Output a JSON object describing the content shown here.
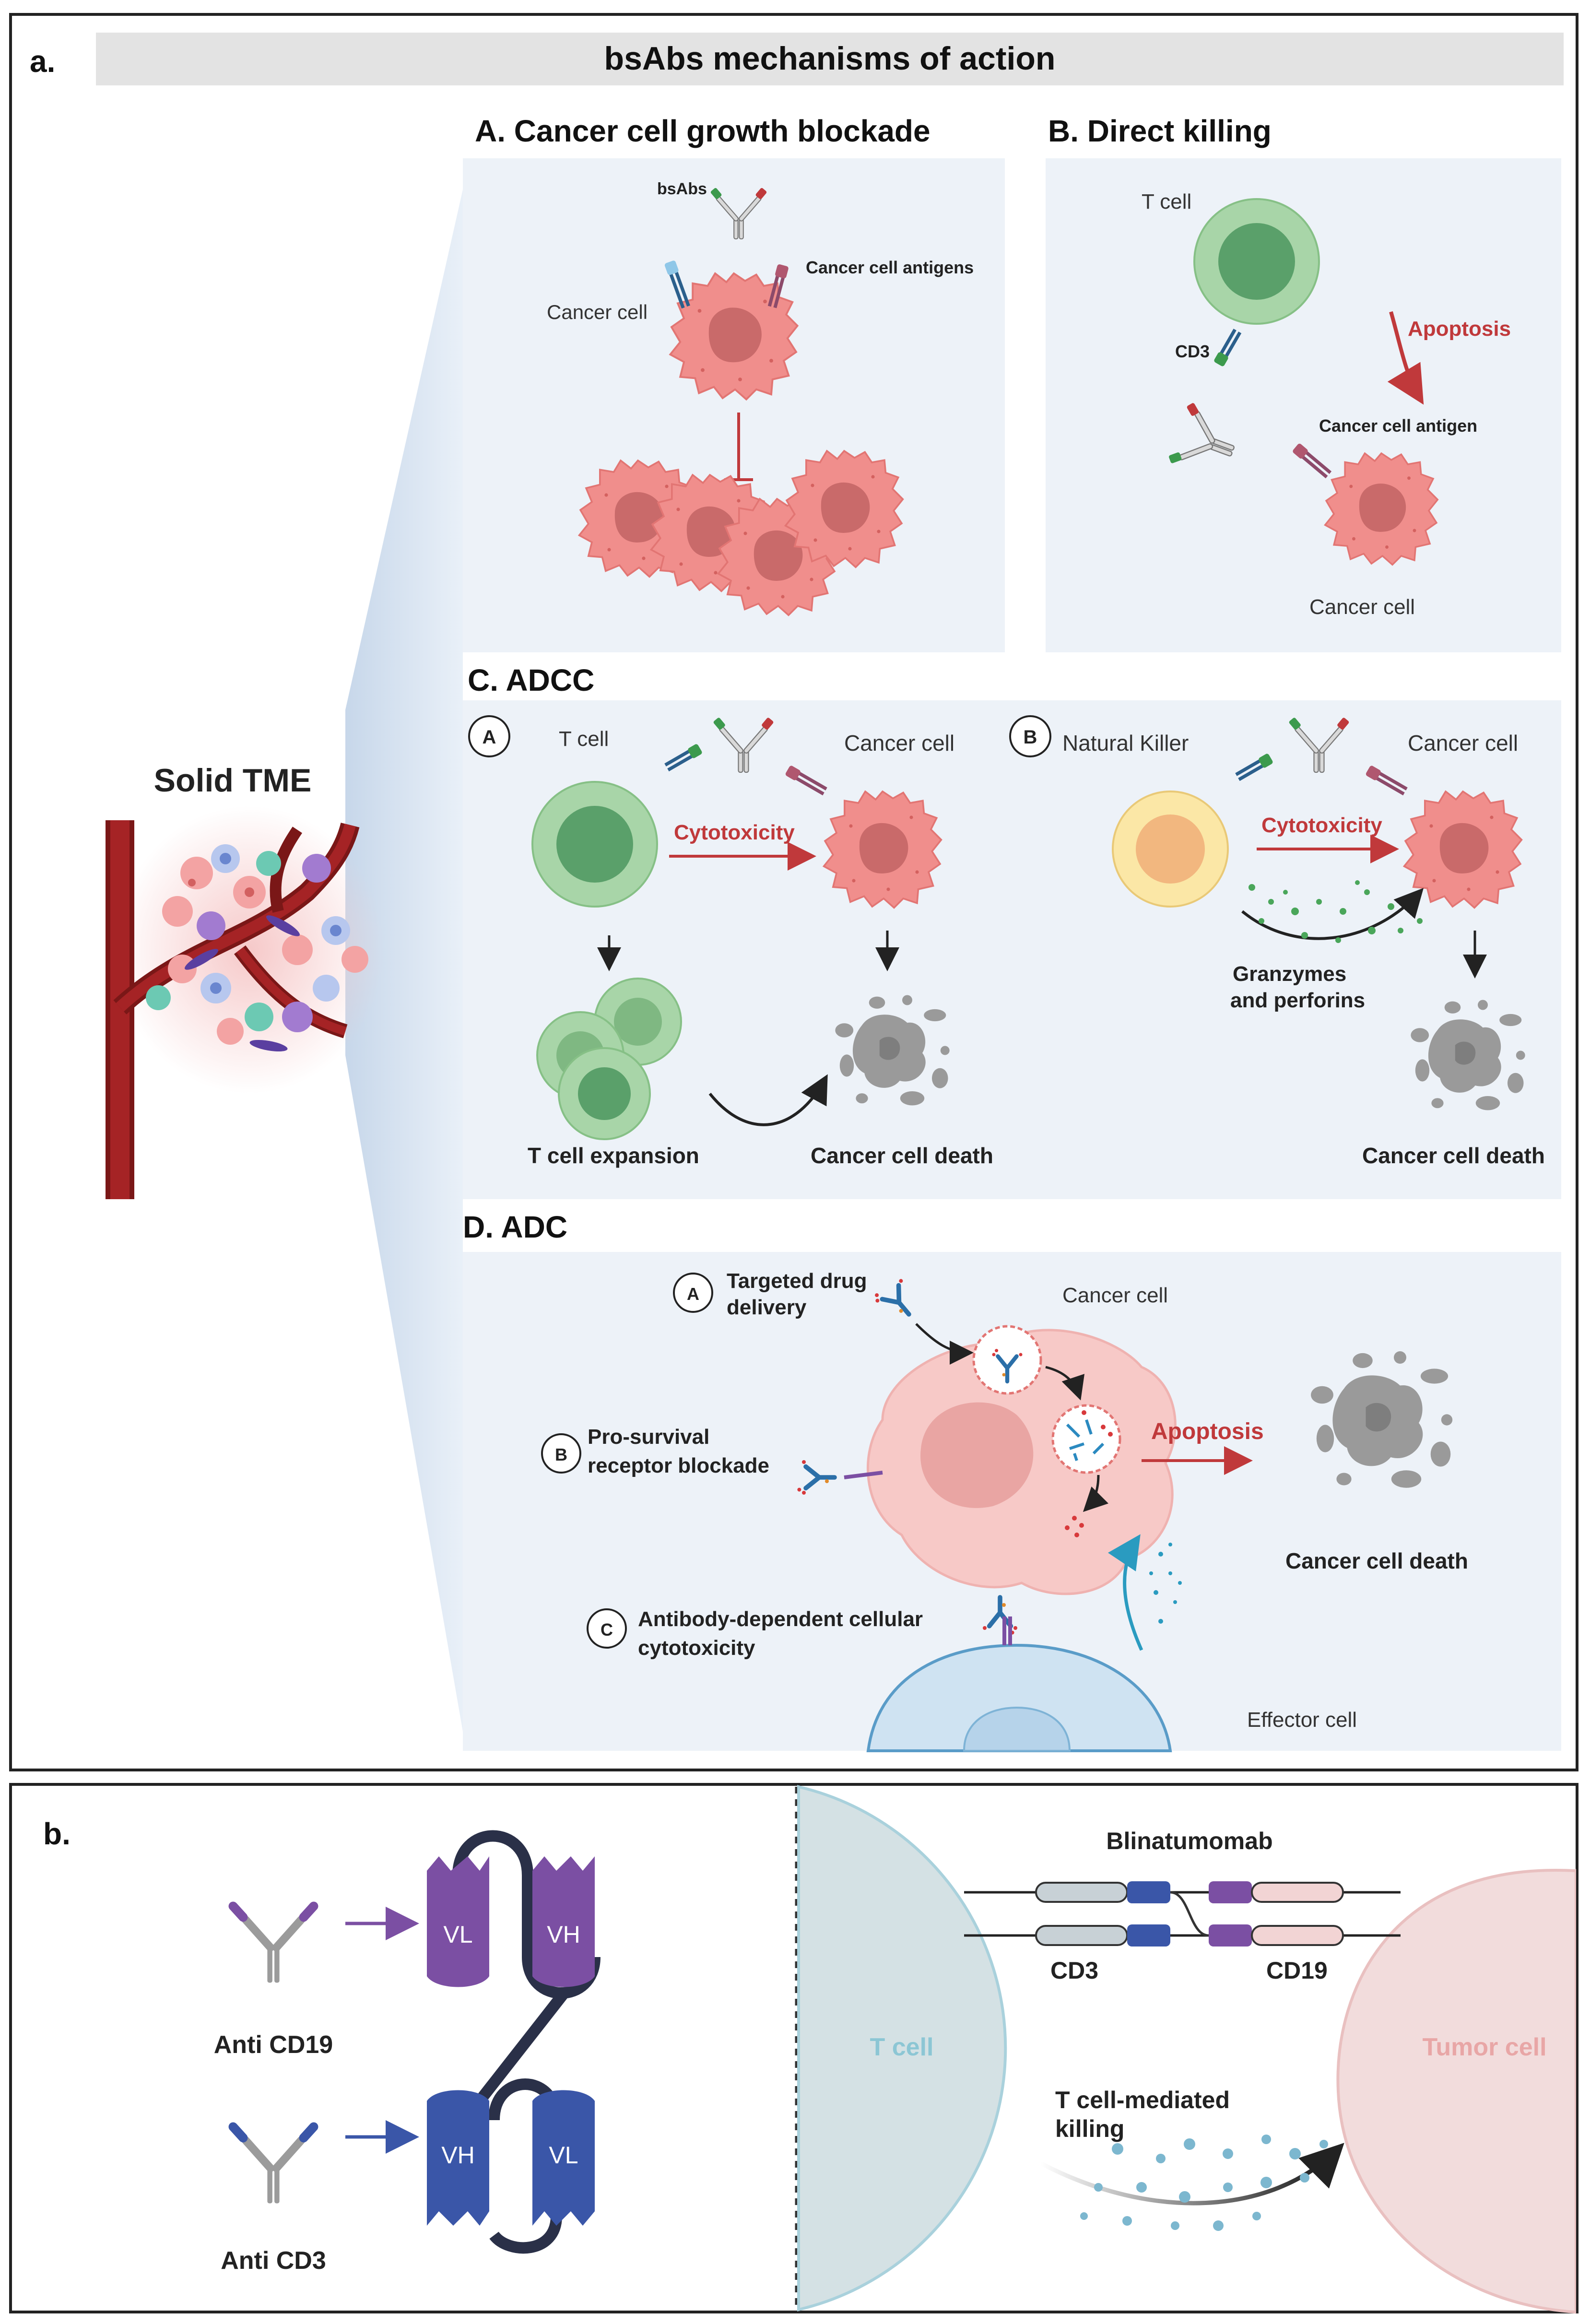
{
  "panel_a": {
    "label": "a.",
    "header": "bsAbs mechanisms of action",
    "solid_tme": "Solid TME",
    "section_a": {
      "title": "A. Cancer cell growth blockade",
      "bsabs": "bsAbs",
      "cancer_cell": "Cancer cell",
      "antigens": "Cancer cell antigens"
    },
    "section_b": {
      "title": "B. Direct killing",
      "t_cell": "T cell",
      "cd3": "CD3",
      "apoptosis": "Apoptosis",
      "antigen": "Cancer cell antigen",
      "cancer_cell": "Cancer cell"
    },
    "section_c": {
      "title": "C. ADCC",
      "marker_a": "A",
      "marker_b": "B",
      "t_cell": "T cell",
      "cancer_cell": "Cancer cell",
      "cytotoxicity": "Cytotoxicity",
      "t_cell_expansion": "T cell expansion",
      "cancer_cell_death": "Cancer cell death",
      "nk": "Natural Killer",
      "granzymes_1": "Granzymes",
      "granzymes_2": "and perforins"
    },
    "section_d": {
      "title": "D. ADC",
      "marker_a": "A",
      "marker_b": "B",
      "marker_c": "C",
      "targeted_1": "Targeted drug",
      "targeted_2": "delivery",
      "prosurvival_1": "Pro-survival",
      "prosurvival_2": "receptor blockade",
      "adcc_1": "Antibody-dependent cellular",
      "adcc_2": "cytotoxicity",
      "cancer_cell": "Cancer cell",
      "apoptosis": "Apoptosis",
      "cancer_cell_death": "Cancer cell death",
      "effector_cell": "Effector cell"
    }
  },
  "panel_b": {
    "label": "b.",
    "anti_cd19": "Anti CD19",
    "anti_cd3": "Anti CD3",
    "vl": "VL",
    "vh": "VH",
    "blinatumomab": "Blinatumomab",
    "cd3": "CD3",
    "cd19": "CD19",
    "t_cell": "T cell",
    "tumor_cell": "Tumor cell",
    "killing_1": "T cell-mediated",
    "killing_2": "killing"
  },
  "colors": {
    "cancer_pink": "#f08e8c",
    "cancer_nucleus": "#c96a6a",
    "tcell_green": "#a8d5a8",
    "tcell_nucleus": "#5aa06a",
    "nk_yellow": "#fbe7a6",
    "apoptosis_red": "#c0393b",
    "purple": "#7b4fa3",
    "blue": "#3a56a8",
    "panel_bg": "#edf2f8",
    "header_bg": "#e3e3e3"
  }
}
